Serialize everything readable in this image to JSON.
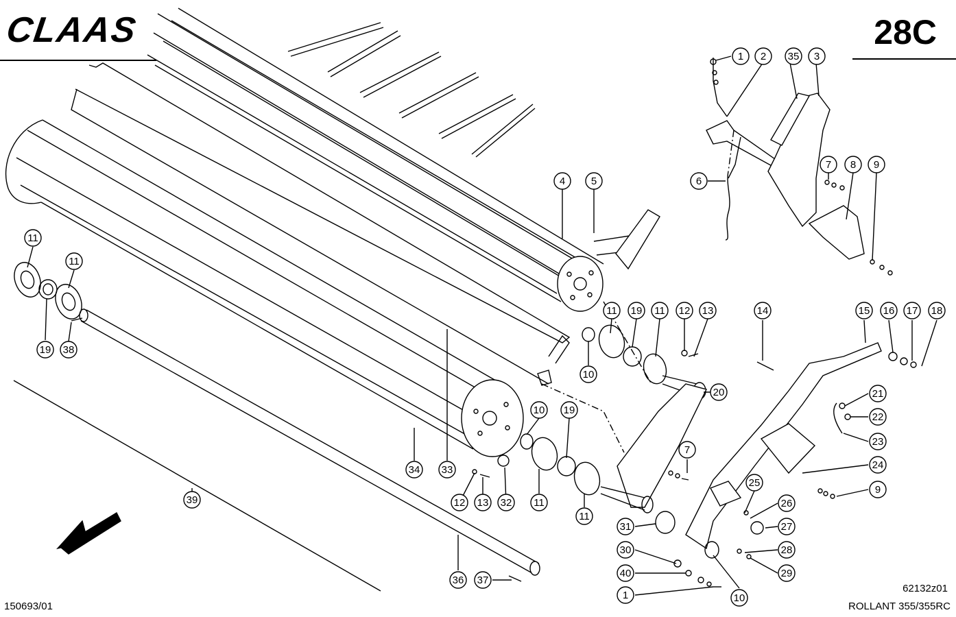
{
  "header": {
    "brand": "CLAAS",
    "page_number": "28C"
  },
  "footer": {
    "doc_id": "150693/01",
    "drawing_code": "62132z01",
    "model": "ROLLANT 355/355RC"
  },
  "callouts": [
    {
      "label": "1"
    },
    {
      "label": "2"
    },
    {
      "label": "35"
    },
    {
      "label": "3"
    },
    {
      "label": "6"
    },
    {
      "label": "7"
    },
    {
      "label": "8"
    },
    {
      "label": "9"
    },
    {
      "label": "4"
    },
    {
      "label": "5"
    },
    {
      "label": "11"
    },
    {
      "label": "11"
    },
    {
      "label": "19"
    },
    {
      "label": "38"
    },
    {
      "label": "11"
    },
    {
      "label": "19"
    },
    {
      "label": "11"
    },
    {
      "label": "12"
    },
    {
      "label": "13"
    },
    {
      "label": "10"
    },
    {
      "label": "20"
    },
    {
      "label": "14"
    },
    {
      "label": "15"
    },
    {
      "label": "16"
    },
    {
      "label": "17"
    },
    {
      "label": "18"
    },
    {
      "label": "21"
    },
    {
      "label": "22"
    },
    {
      "label": "23"
    },
    {
      "label": "24"
    },
    {
      "label": "9"
    },
    {
      "label": "10"
    },
    {
      "label": "19"
    },
    {
      "label": "7"
    },
    {
      "label": "34"
    },
    {
      "label": "33"
    },
    {
      "label": "12"
    },
    {
      "label": "13"
    },
    {
      "label": "32"
    },
    {
      "label": "11"
    },
    {
      "label": "11"
    },
    {
      "label": "25"
    },
    {
      "label": "26"
    },
    {
      "label": "27"
    },
    {
      "label": "31"
    },
    {
      "label": "30"
    },
    {
      "label": "28"
    },
    {
      "label": "29"
    },
    {
      "label": "40"
    },
    {
      "label": "1"
    },
    {
      "label": "10"
    },
    {
      "label": "39"
    },
    {
      "label": "36"
    },
    {
      "label": "37"
    }
  ]
}
